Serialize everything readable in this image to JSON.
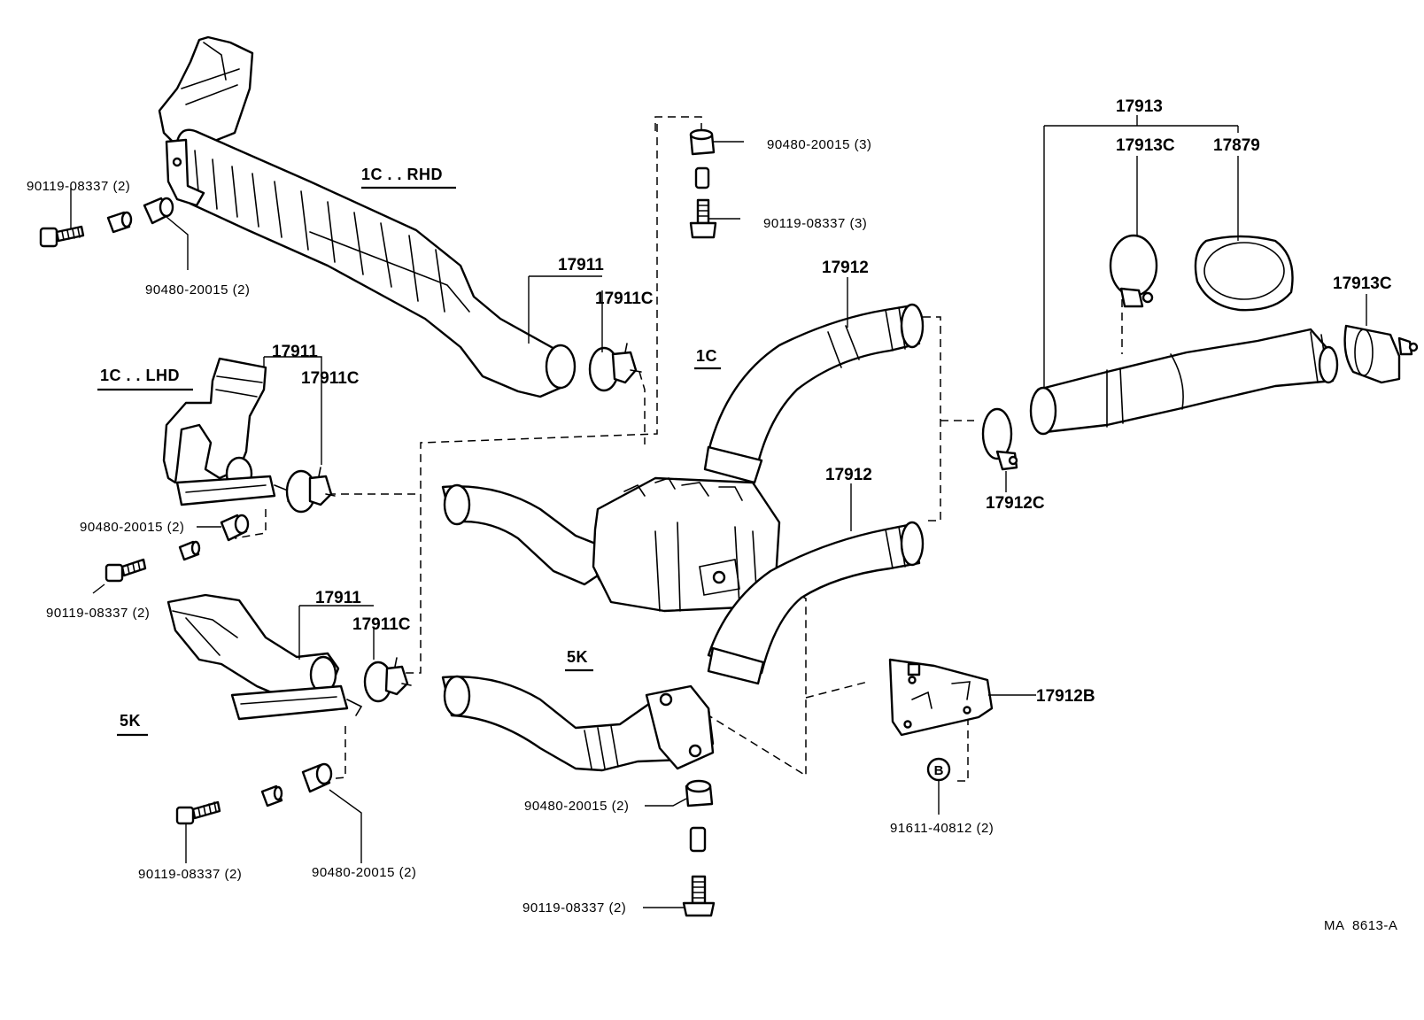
{
  "diagram": {
    "reference_code": "MA  8613-A",
    "variant_labels": {
      "rhd_1c": "1C . . RHD",
      "lhd_1c": "1C . . LHD",
      "center_1c": "1C",
      "center_5k": "5K",
      "left_5k": "5K"
    },
    "part_labels": {
      "p_90119_top_left": "90119-08337 (2)",
      "p_90480_top_left": "90480-20015 (2)",
      "p_17911_rhd": "17911",
      "p_17911c_rhd": "17911C",
      "p_90480_top_center": "90480-20015 (3)",
      "p_90119_top_center": "90119-08337 (3)",
      "p_17913": "17913",
      "p_17913c_top": "17913C",
      "p_17879": "17879",
      "p_17913c_right": "17913C",
      "p_17912_upper": "17912",
      "p_17912_lower": "17912",
      "p_17912c": "17912C",
      "p_17911_lhd": "17911",
      "p_17911c_lhd": "17911C",
      "p_90480_lhd": "90480-20015 (2)",
      "p_90119_lhd": "90119-08337 (2)",
      "p_17911_5k": "17911",
      "p_17911c_5k": "17911C",
      "p_17912b": "17912B",
      "p_91611": "91611-40812 (2)",
      "p_circle_b": "B",
      "p_90480_bottom_center": "90480-20015 (2)",
      "p_90119_bottom_center": "90119-08337 (2)",
      "p_90119_5k": "90119-08337 (2)",
      "p_90480_5k": "90480-20015 (2)"
    }
  }
}
